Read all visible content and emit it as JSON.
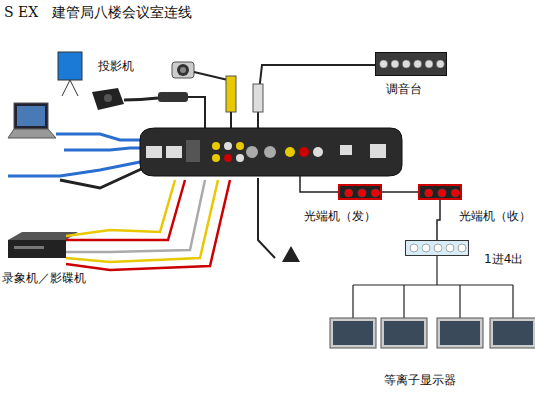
{
  "diagram": {
    "title": "S EX　建管局八楼会议室连线",
    "nodes": [
      {
        "text": [
          "调音台"
        ]
      },
      {
        "text": [
          "光端机（发）"
        ]
      },
      {
        "text": [
          "光端机（收）"
        ]
      },
      {
        "text": [
          "1进4出"
        ]
      }
    ],
    "edges": [
      {
        "from": 1,
        "to": 2,
        "arrow": "none"
      },
      {
        "from": 2,
        "to": 3,
        "arrow": "none"
      }
    ],
    "labels": [
      "投影机",
      "录象机／影碟机",
      "等离子显示器"
    ]
  }
}
